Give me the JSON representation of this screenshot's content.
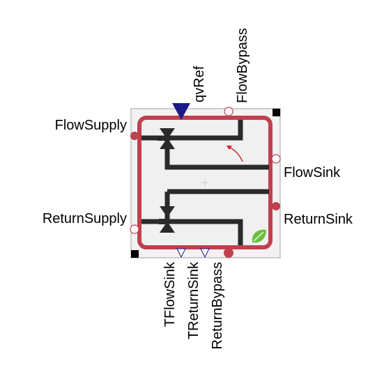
{
  "block": {
    "colors": {
      "frame": "#c0404e",
      "pipe": "#2a2a2a",
      "body": "#f0f0f0",
      "signal": "#1a1a8c",
      "leaf": "#6abf3c"
    }
  },
  "ports": {
    "flow_supply": "FlowSupply",
    "return_supply": "ReturnSupply",
    "flow_sink": "FlowSink",
    "return_sink": "ReturnSink",
    "qv_ref": "qvRef",
    "flow_bypass": "FlowBypass",
    "t_flow_sink": "TFlowSink",
    "t_return_sink": "TReturnSink",
    "return_bypass": "ReturnBypass"
  }
}
